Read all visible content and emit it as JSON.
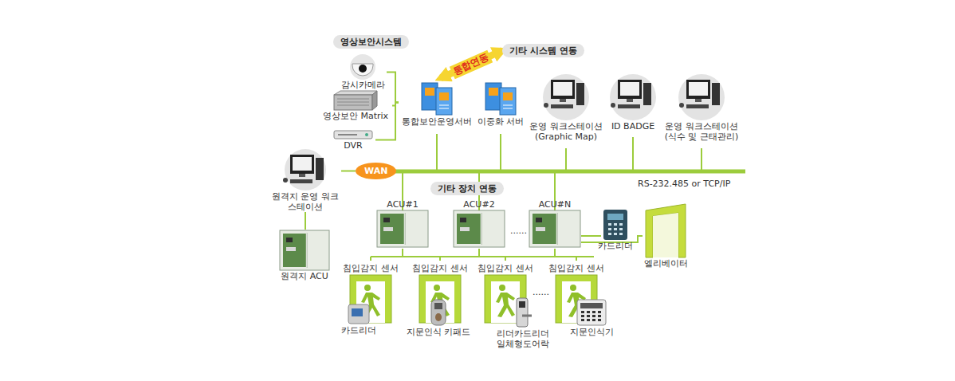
{
  "diagram": {
    "nodes": [
      {
        "text": [
          "영상보안시스템"
        ]
      },
      {
        "text": [
          "감시카메라"
        ]
      },
      {
        "text": [
          "영상보안 Matrix"
        ]
      },
      {
        "text": [
          "DVR"
        ]
      },
      {
        "text": [
          "통합보안운영서버"
        ]
      },
      {
        "text": [
          "이중화 서버"
        ]
      },
      {
        "text": [
          "기타 시스템 연동"
        ]
      },
      {
        "text": [
          "운영 워크스테이션 (Graphic Map)"
        ]
      },
      {
        "text": [
          "ID BADGE"
        ]
      },
      {
        "text": [
          "운영 워크스테이션 (식수 및 근태관리)"
        ]
      },
      {
        "text": [
          "WAN"
        ]
      },
      {
        "text": [
          "원격지 운영 워크스테이션"
        ]
      },
      {
        "text": [
          "원격지 ACU"
        ]
      },
      {
        "text": [
          "기타 장치 연동"
        ]
      },
      {
        "text": [
          "ACU#1"
        ]
      },
      {
        "text": [
          "ACU#2"
        ]
      },
      {
        "text": [
          "ACU#N"
        ]
      },
      {
        "text": [
          "카드리더"
        ]
      },
      {
        "text": [
          "엘리베이터"
        ]
      },
      {
        "text": [
          "침입감지 센서"
        ]
      },
      {
        "text": [
          "침입감지 센서"
        ]
      },
      {
        "text": [
          "침입감지 센서"
        ]
      },
      {
        "text": [
          "침입감지 센서"
        ]
      },
      {
        "text": [
          "카드리더"
        ]
      },
      {
        "text": [
          "지문인식 키패드"
        ]
      },
      {
        "text": [
          "리더카드리더 일체형도어락"
        ]
      },
      {
        "text": [
          "지문인식기"
        ]
      }
    ],
    "edges": [
      {
        "from": 1,
        "to": 4,
        "arrow": "none"
      },
      {
        "from": 2,
        "to": 4,
        "arrow": "none"
      },
      {
        "from": 3,
        "to": 4,
        "arrow": "none"
      },
      {
        "from": 4,
        "to": 6,
        "label": "통합연동",
        "arrow": "both"
      },
      {
        "from": 11,
        "to": 10,
        "arrow": "none"
      },
      {
        "from": 11,
        "to": 12,
        "arrow": "none"
      }
    ],
    "labels": [
      "RS-232.485 or TCP/IP",
      "......",
      "......"
    ]
  }
}
